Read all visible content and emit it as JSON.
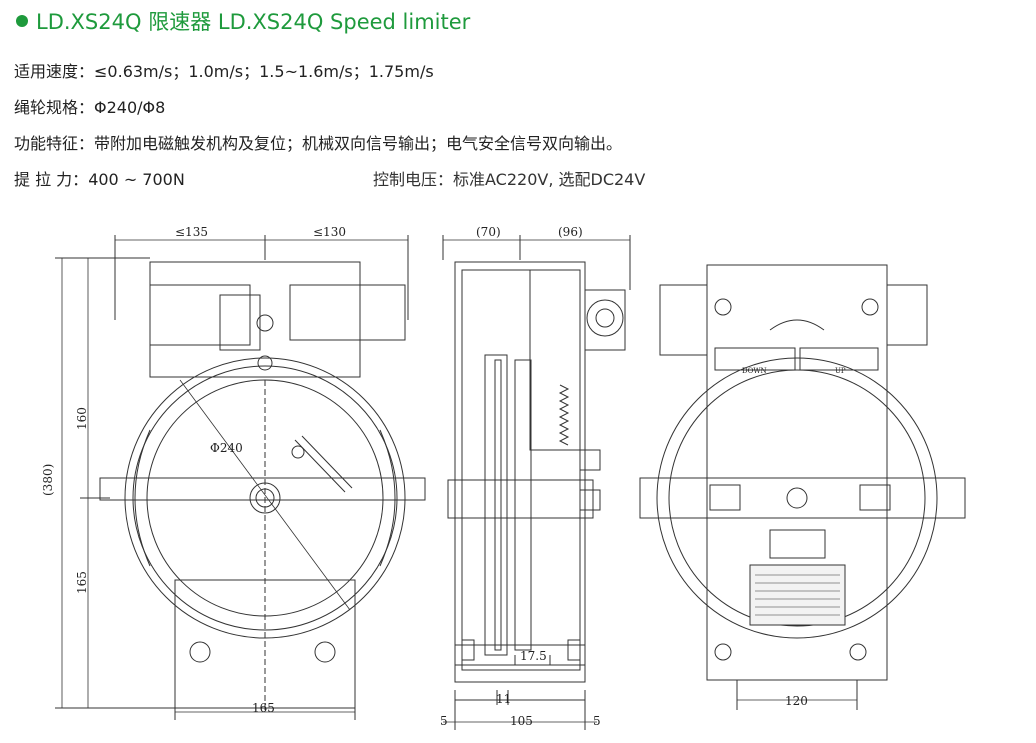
{
  "title": "LD.XS24Q 限速器   LD.XS24Q Speed limiter",
  "specs": {
    "speed": {
      "label": "适用速度：",
      "value": "≤0.63m/s；1.0m/s；1.5~1.6m/s；1.75m/s"
    },
    "sheave": {
      "label": "绳轮规格：",
      "value": "Φ240/Φ8"
    },
    "function": {
      "label": "功能特征：",
      "value": "带附加电磁触发机构及复位；机械双向信号输出；电气安全信号双向输出。"
    },
    "force": {
      "label": "提 拉 力：",
      "value": "400 ~ 700N"
    },
    "voltage": {
      "label": "控制电压：",
      "value": "标准AC220V, 选配DC24V"
    }
  },
  "dimensions": {
    "front_left_width": "≤135",
    "front_right_width": "≤130",
    "front_total_height": "(380)",
    "front_upper_height": "160",
    "front_lower_height": "165",
    "front_base_width": "165",
    "sheave_diameter": "Φ240",
    "side_left": "(70)",
    "side_right": "(96)",
    "side_groove": "17.5",
    "side_offset": "11",
    "side_base": "105",
    "side_margin_left": "5",
    "side_margin_right": "5",
    "rear_base": "120"
  },
  "rear_labels": {
    "down": "DOWN",
    "up": "UP"
  }
}
